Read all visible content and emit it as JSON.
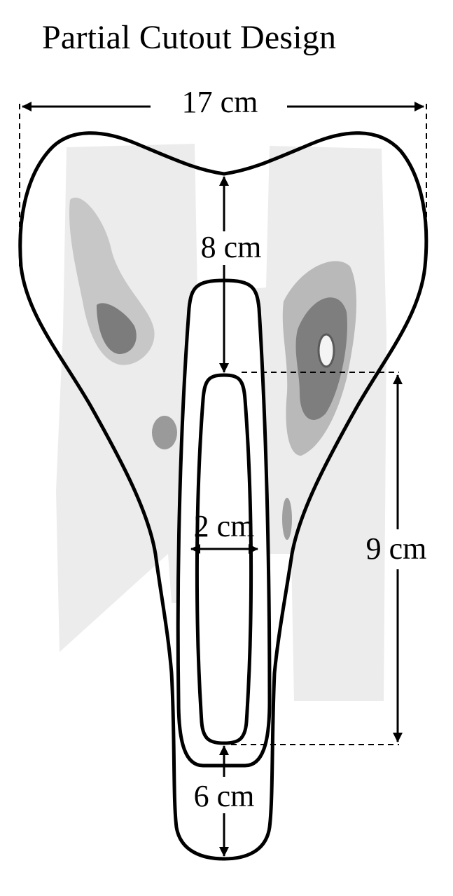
{
  "title": "Partial Cutout Design",
  "dimensions": {
    "width": "17 cm",
    "nose_to_cutout": "8 cm",
    "cutout_width": "2 cm",
    "cutout_length": "9 cm",
    "rear_to_cutout": "6 cm"
  },
  "colors": {
    "outline": "#000000",
    "pressure_low": "#ebebeb",
    "pressure_mid": "#c9c9c9",
    "pressure_high": "#9b9b9b",
    "pressure_peak": "#6f6f6f"
  }
}
